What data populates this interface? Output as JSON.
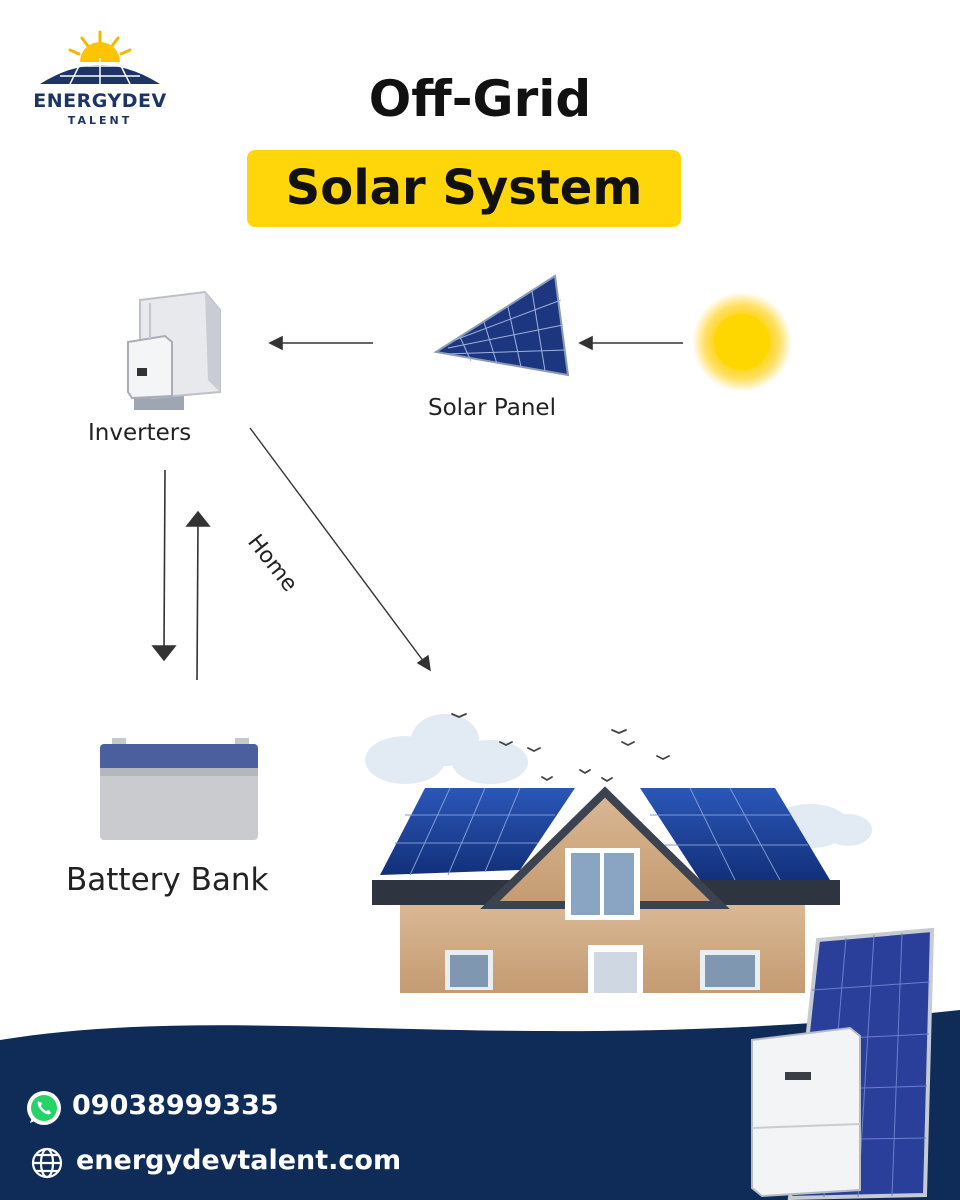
{
  "brand": {
    "name": "ENERGYDEV",
    "tagline": "TALENT"
  },
  "title": {
    "line1": "Off-Grid",
    "line2": "Solar System"
  },
  "diagram": {
    "nodes": {
      "inverters": "Inverters",
      "solar_panel": "Solar Panel",
      "battery_bank": "Battery Bank"
    },
    "edge_labels": {
      "home": "Home"
    }
  },
  "contact": {
    "phone": "09038999335",
    "website": "energydevtalent.com"
  },
  "colors": {
    "navy": "#0f2b57",
    "highlight": "#ffd60a",
    "sun": "#ffd400"
  },
  "icons": [
    "whatsapp-icon",
    "globe-icon",
    "sun-icon"
  ]
}
